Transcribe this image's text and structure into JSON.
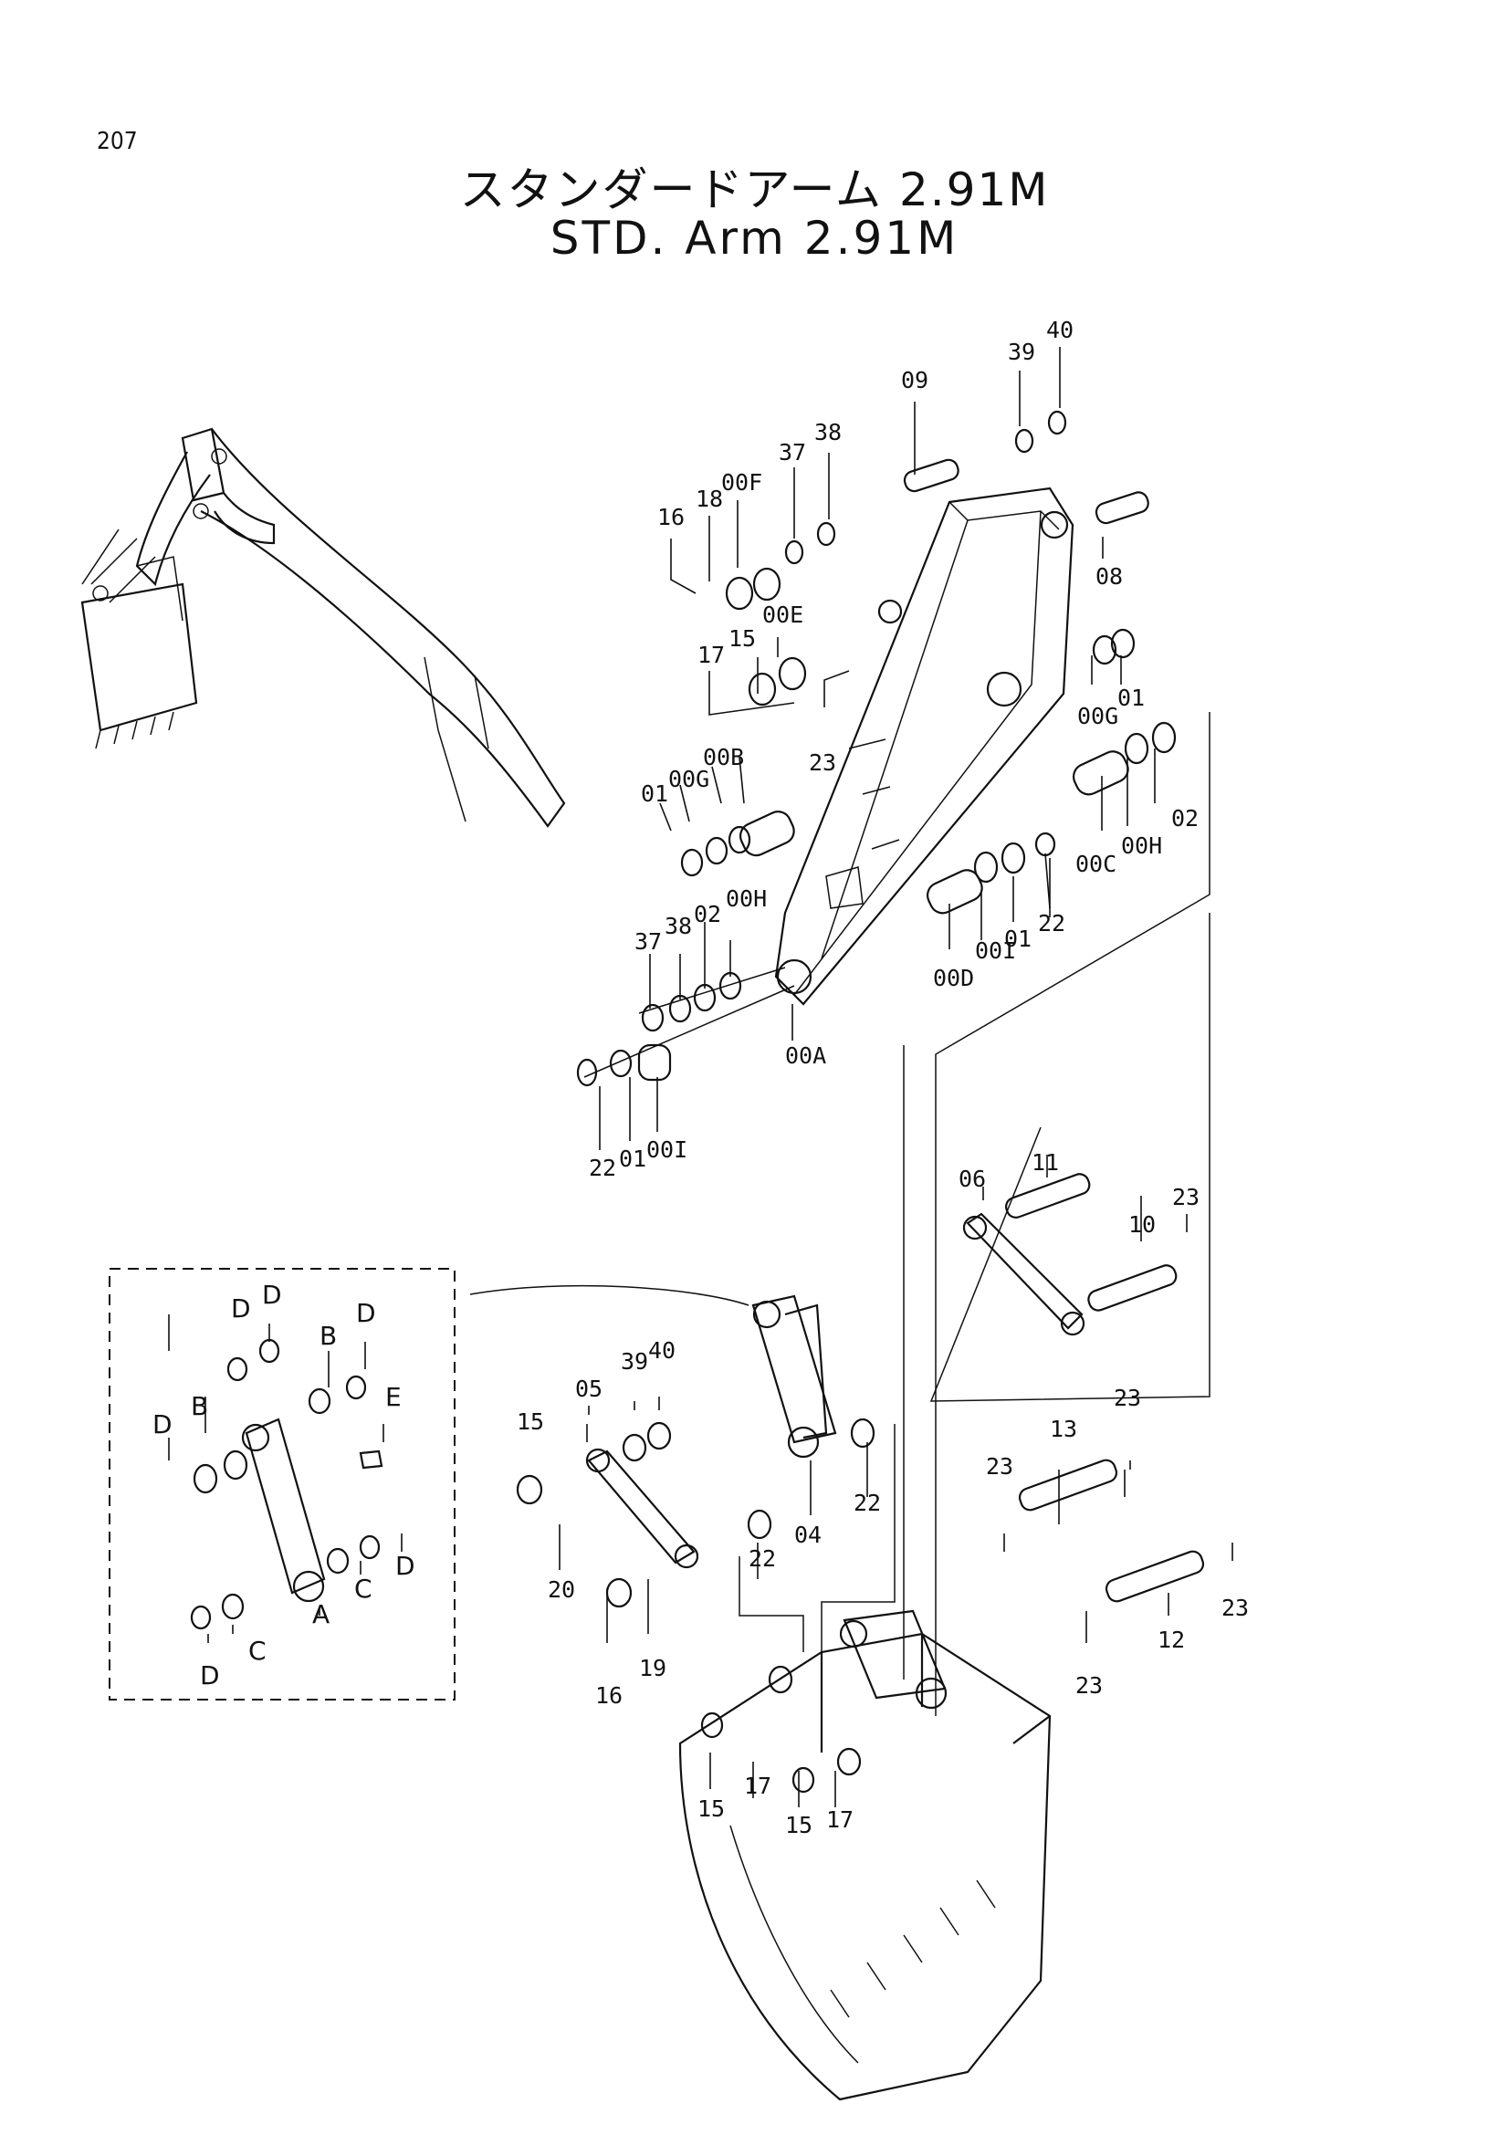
{
  "page": {
    "number": "207"
  },
  "title": {
    "japanese": "スタンダードアーム 2.91M",
    "english": "STD. Arm 2.91M"
  },
  "callouts": {
    "c01": "40",
    "c02": "39",
    "c03": "09",
    "c04": "38",
    "c05": "37",
    "c06": "00F",
    "c07": "18",
    "c08": "16",
    "c09": "08",
    "c10": "00E",
    "c11": "15",
    "c12": "17",
    "c13": "23",
    "c14": "00G",
    "c15": "01",
    "c16": "00B",
    "c17": "00G",
    "c18": "01",
    "c19": "00C",
    "c20": "00H",
    "c21": "02",
    "c22": "22",
    "c23": "01",
    "c24": "00I",
    "c25": "00D",
    "c26": "00H",
    "c27": "02",
    "c28": "38",
    "c29": "37",
    "c30": "00A",
    "c31": "22",
    "c32": "01",
    "c33": "00I",
    "c34": "11",
    "c35": "06",
    "c36": "23",
    "c37": "10",
    "c38": "05",
    "c39": "39",
    "c40": "40",
    "c41": "15",
    "c42": "20",
    "c43": "16",
    "c44": "19",
    "c45": "22",
    "c46": "04",
    "c47": "22",
    "c48": "13",
    "c49": "23",
    "c50": "23",
    "c51": "23",
    "c52": "12",
    "c53": "23",
    "c54": "15",
    "c55": "17",
    "c56": "15",
    "c57": "17"
  },
  "inset_labels": {
    "i01": "D",
    "i02": "D",
    "i03": "B",
    "i04": "D",
    "i05": "D",
    "i06": "B",
    "i07": "E",
    "i08": "D",
    "i09": "C",
    "i10": "A",
    "i11": "C",
    "i12": "D"
  }
}
